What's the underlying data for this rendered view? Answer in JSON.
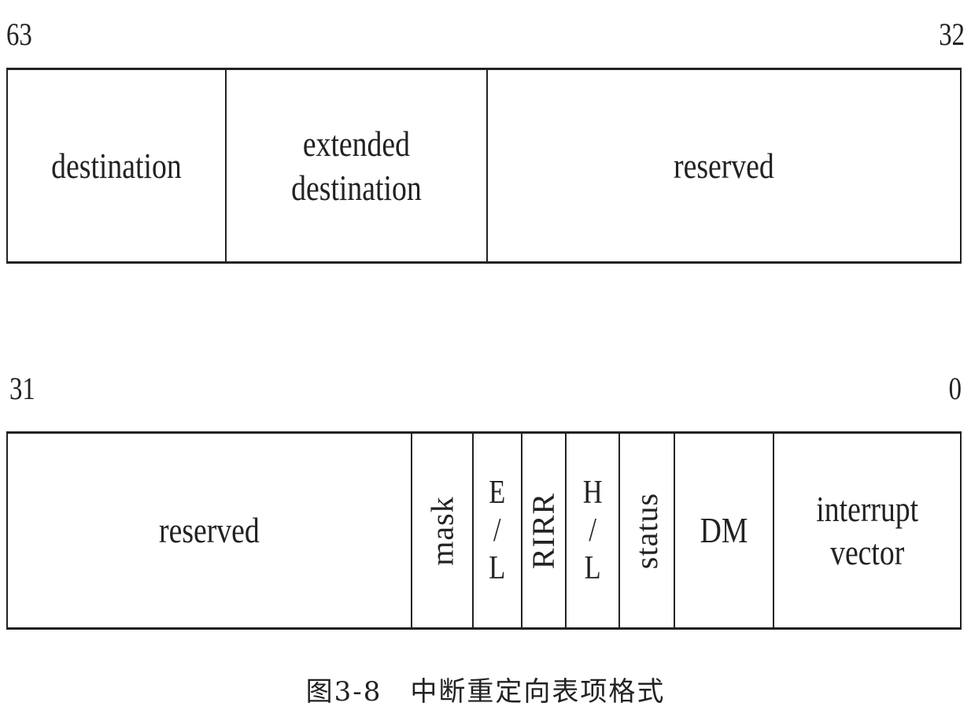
{
  "upper_row": {
    "bit_high": "63",
    "bit_low": "32",
    "fields": {
      "destination": "destination",
      "extended_destination_line1": "extended",
      "extended_destination_line2": "destination",
      "reserved": "reserved"
    }
  },
  "lower_row": {
    "bit_high": "31",
    "bit_low": "0",
    "fields": {
      "reserved": "reserved",
      "mask": "mask",
      "el": [
        "E",
        "/",
        "L"
      ],
      "rirr": "RIRR",
      "hl": [
        "H",
        "/",
        "L"
      ],
      "status": "status",
      "dm": "DM",
      "interrupt_vector_line1": "interrupt",
      "interrupt_vector_line2": "vector"
    }
  },
  "caption": "图3-8　中断重定向表项格式"
}
